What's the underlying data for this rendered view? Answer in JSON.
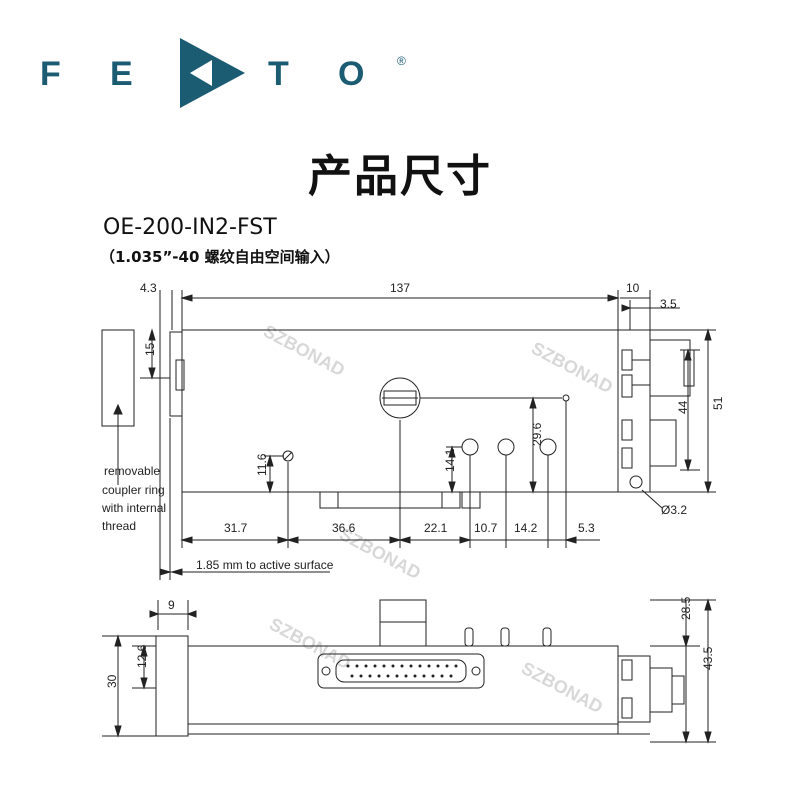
{
  "logo": {
    "letters": [
      "F",
      "E",
      "M",
      "T",
      "O"
    ],
    "mark": "®",
    "color": "#1b5c73"
  },
  "title": "产品尺寸",
  "model": "OE-200-IN2-FST",
  "subtitle": "（1.035”-40 螺纹自由空间输入）",
  "watermark": "SZBONAD",
  "dims": {
    "d4_3": "4.3",
    "d137": "137",
    "d10": "10",
    "d3_5": "3.5",
    "d15": "15",
    "d44": "44",
    "d51": "51",
    "d29_6": "29.6",
    "d14_1": "14.1",
    "d11_6": "11.6",
    "d3_2": "Ø3.2",
    "d31_7": "31.7",
    "d36_6": "36.6",
    "d22_1": "22.1",
    "d10_7": "10.7",
    "d14_2": "14.2",
    "d5_3": "5.3",
    "d9": "9",
    "d12_6": "12.6",
    "d30": "30",
    "d28_5": "28.5",
    "d43_5": "43.5"
  },
  "notes": {
    "coupler": [
      "removable",
      "coupler ring",
      "with internal",
      "thread"
    ],
    "surface": "1.85 mm to active surface"
  }
}
